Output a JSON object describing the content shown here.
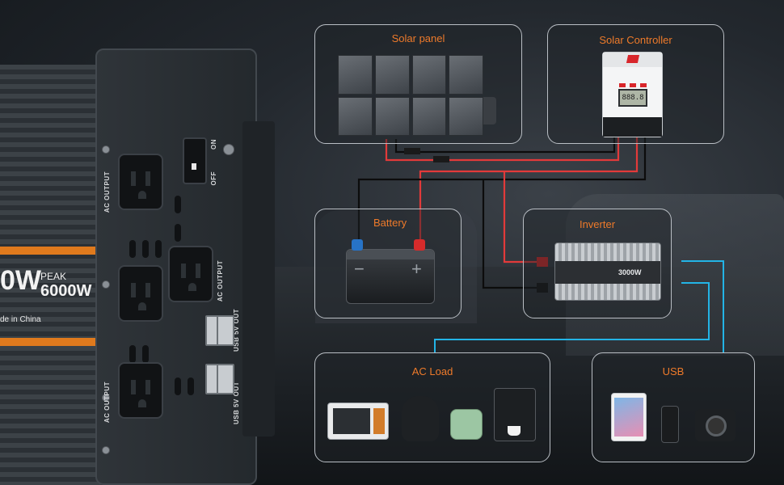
{
  "product": {
    "watt_partial": "0W",
    "peak_label": "PEAK",
    "peak_watt": "6000W",
    "made_in": "de in China",
    "ac_output_label": "AC OUTPUT",
    "usb_out_label": "USB 5V OUT",
    "switch_on": "ON",
    "switch_off": "OFF"
  },
  "diagram": {
    "solar_panel": {
      "title": "Solar panel"
    },
    "solar_controller": {
      "title": "Solar Controller",
      "screen_value": "888.8"
    },
    "battery": {
      "title": "Battery",
      "neg": "−",
      "pos": "+"
    },
    "inverter": {
      "title": "Inverter",
      "rating": "3000W"
    },
    "ac_load": {
      "title": "AC Load"
    },
    "usb": {
      "title": "USB"
    }
  },
  "colors": {
    "title_orange": "#ee7a2a",
    "wire_red": "#e23a3a",
    "wire_black": "#0c0c0c",
    "wire_blue": "#23b4e6",
    "panel_border": "#b9bec4"
  }
}
